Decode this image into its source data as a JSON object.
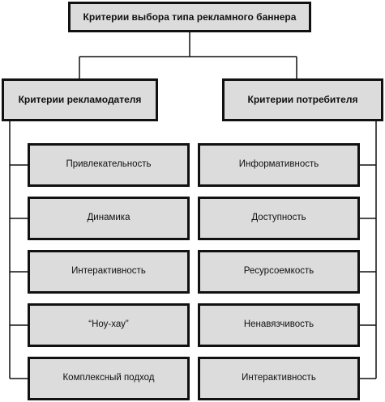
{
  "root": {
    "label": "Критерии выбора типа рекламного баннера"
  },
  "left": {
    "header": "Критерии рекламодателя",
    "items": [
      "Привлекательность",
      "Динамика",
      "Интерактивность",
      "“Ноу-хау”",
      "Комплексный подход"
    ]
  },
  "right": {
    "header": "Критерии потребителя",
    "items": [
      "Информативность",
      "Доступность",
      "Ресурсоемкость",
      "Ненавязчивость",
      "Интерактивность"
    ]
  }
}
